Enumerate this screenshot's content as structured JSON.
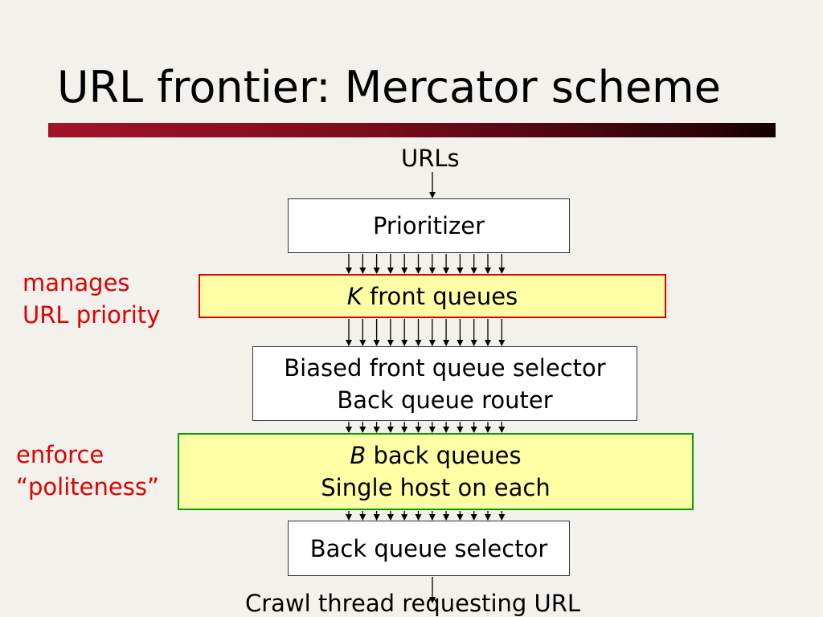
{
  "slide": {
    "title": "URL frontier: Mercator scheme",
    "input_label": "URLs",
    "output_label": "Crawl thread requesting URL"
  },
  "boxes": {
    "prioritizer": "Prioritizer",
    "front_queues": {
      "var": "K",
      "text": " front queues"
    },
    "selector_router": {
      "line1": "Biased front queue selector",
      "line2": "Back queue router"
    },
    "back_queues": {
      "var": "B",
      "text": " back queues",
      "line2": "Single host on each"
    },
    "back_selector": "Back queue selector"
  },
  "notes": {
    "front": {
      "line1": "manages",
      "line2": "URL priority"
    },
    "back": {
      "line1": "enforce",
      "line2": "“politeness”"
    }
  },
  "colors": {
    "note_text": "#e00000",
    "queue_fill": "#ffffa6",
    "front_border": "#e00000",
    "back_border": "#0a9a0a",
    "title_bar": "#a3122a"
  }
}
